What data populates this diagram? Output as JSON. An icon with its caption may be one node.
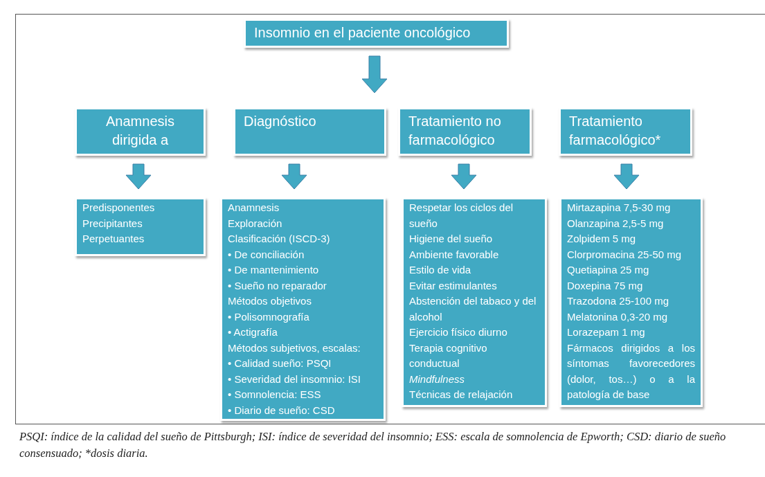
{
  "diagram": {
    "nodes": [
      {
        "text": [
          "Insomnio en el paciente oncológico"
        ]
      },
      {
        "text": [
          "Anamnesis dirigida a"
        ]
      },
      {
        "text": [
          "Diagnóstico"
        ]
      },
      {
        "text": [
          "Tratamiento no farmacológico"
        ]
      },
      {
        "text": [
          "Tratamiento farmacológico*"
        ]
      },
      {
        "text": [
          "Predisponentes",
          "Precipitantes",
          "Perpetuantes"
        ]
      },
      {
        "text": [
          "Anamnesis",
          "Exploración",
          "Clasificación (ISCD-3)",
          "• De conciliación",
          "• De mantenimiento",
          "• Sueño no reparador",
          "Métodos objetivos",
          "• Polisomnografía",
          "• Actigrafía",
          "Métodos subjetivos, escalas:",
          "• Calidad sueño: PSQI",
          "• Severidad del insomnio: ISI",
          "• Somnolencia: ESS",
          "• Diario de sueño: CSD"
        ]
      },
      {
        "text": [
          "Respetar los ciclos del sueño",
          "Higiene del sueño",
          "Ambiente favorable",
          "Estilo de vida",
          "Evitar estimulantes",
          "Abstención del tabaco y del alcohol",
          "Ejercicio físico diurno",
          "Terapia cognitivo conductual",
          "*Mindfulness*",
          "Técnicas de relajación"
        ]
      },
      {
        "text": [
          "Mirtazapina 7,5-30 mg",
          "Olanzapina 2,5-5 mg",
          "Zolpidem 5 mg",
          "Clorpromacina 25-50 mg",
          "Quetiapina 25 mg",
          "Doxepina 75 mg",
          "Trazodona 25-100 mg",
          "Melatonina 0,3-20 mg",
          "Lorazepam 1 mg",
          "Fármacos dirigidos a los síntomas favorecedores (dolor, tos…) o a la patología de base"
        ]
      }
    ],
    "edges": [
      {
        "from": 0,
        "to": null,
        "arrow": "to"
      },
      {
        "from": 1,
        "to": 5,
        "arrow": "to"
      },
      {
        "from": 2,
        "to": 6,
        "arrow": "to"
      },
      {
        "from": 3,
        "to": 7,
        "arrow": "to"
      },
      {
        "from": 4,
        "to": 8,
        "arrow": "to"
      }
    ],
    "caption": "PSQI: índice de la calidad del sueño de Pittsburgh; ISI: índice de severidad del insomnio; ESS: escala de somnolencia de Epworth; CSD: diario de sueño consensuado; *dosis diaria."
  }
}
